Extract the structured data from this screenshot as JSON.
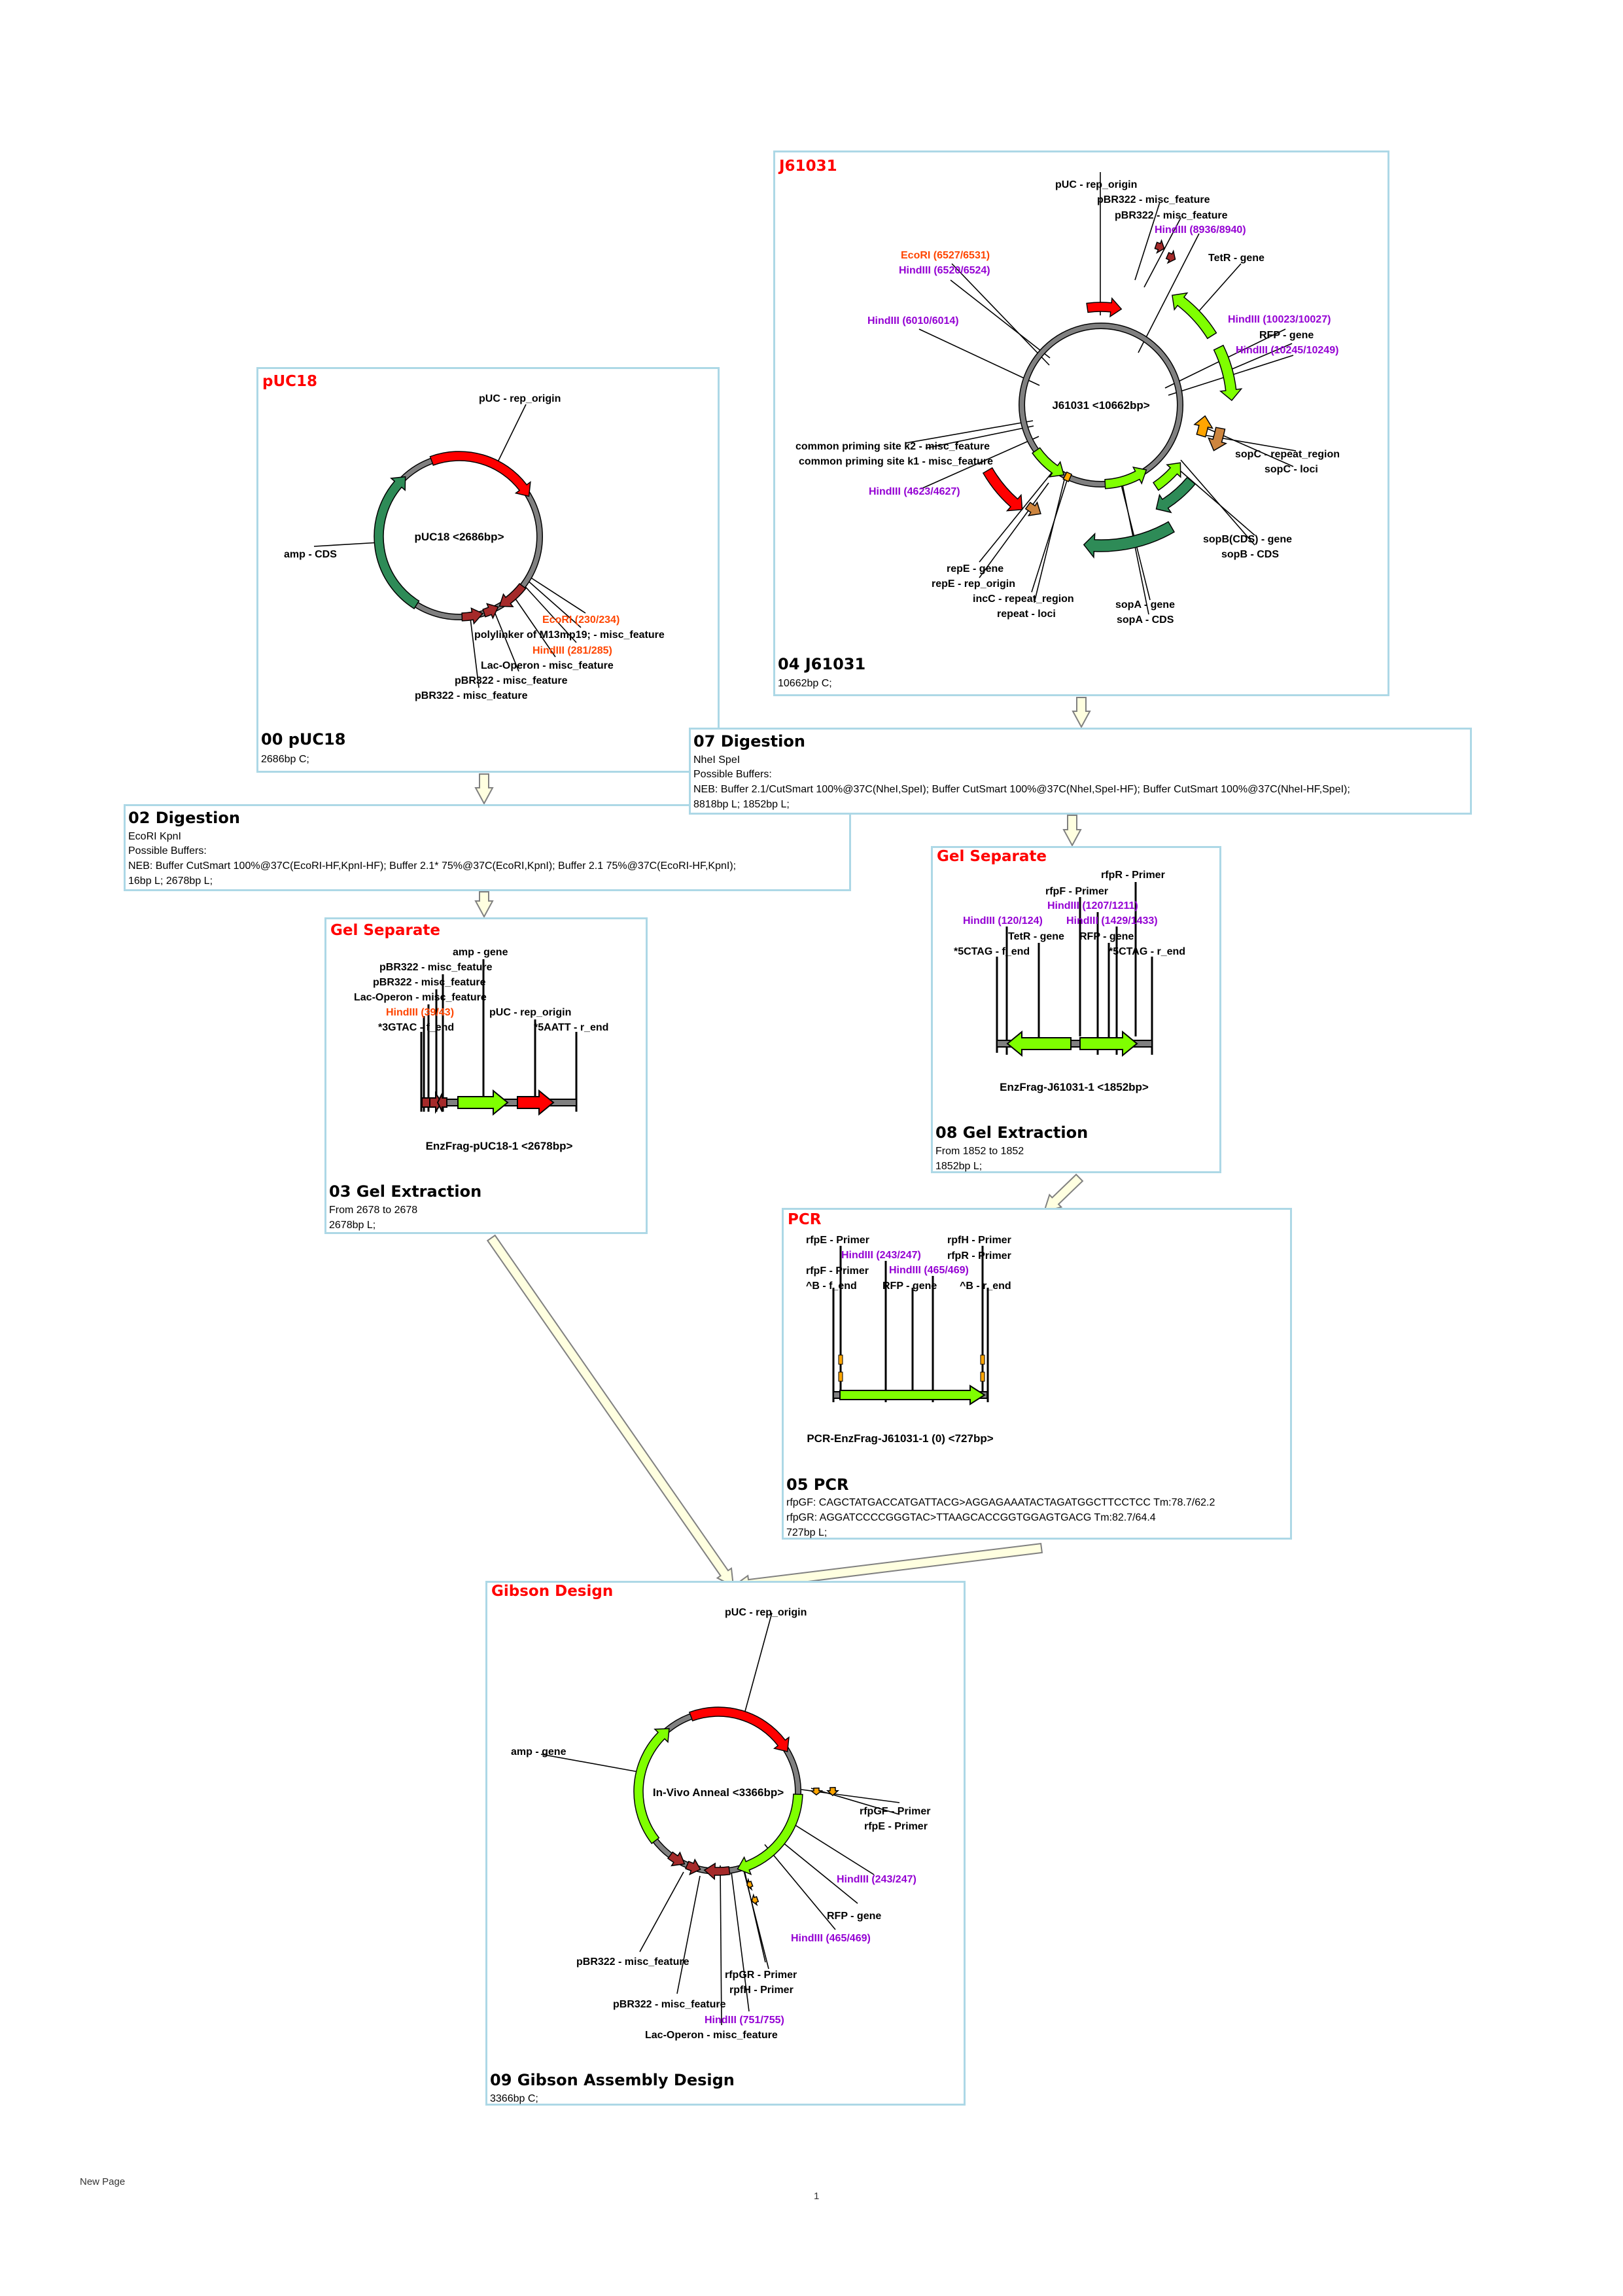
{
  "colors": {
    "backbone": "#808080",
    "rep_origin": "#FF0000",
    "gene_green": "#7FFF00",
    "cds_dark_green": "#2E8B57",
    "misc_feature": "#A52A2A",
    "primer": "#FFA500",
    "repeat": "#CD853F",
    "panel_border": "#ADD8E6",
    "section_title": "#FF0000",
    "arrow_fill": "#FFFFE0"
  },
  "panels": {
    "puc18": {
      "section_title": "pUC18",
      "map_name": "pUC18 <2686bp>",
      "labels": [
        {
          "text": "pUC - rep_origin",
          "color": "#000000"
        },
        {
          "text": "amp - CDS",
          "color": "#000000"
        },
        {
          "text": "EcoRI (230/234)",
          "color": "#FF4500"
        },
        {
          "text": "polylinker of M13mp19; - misc_feature",
          "color": "#000000"
        },
        {
          "text": "HindIII (281/285)",
          "color": "#FF4500"
        },
        {
          "text": "Lac-Operon - misc_feature",
          "color": "#000000"
        },
        {
          "text": "pBR322 - misc_feature",
          "color": "#000000"
        },
        {
          "text": "pBR322 - misc_feature",
          "color": "#000000"
        }
      ],
      "step_title": "00 pUC18",
      "info": [
        "2686bp C;"
      ]
    },
    "j61031": {
      "section_title": "J61031",
      "map_name": "J61031 <10662bp>",
      "labels": [
        {
          "text": "pUC - rep_origin",
          "color": "#000000"
        },
        {
          "text": "pBR322 - misc_feature",
          "color": "#000000"
        },
        {
          "text": "pBR322 - misc_feature",
          "color": "#000000"
        },
        {
          "text": "HindIII (8936/8940)",
          "color": "#9400D3"
        },
        {
          "text": "TetR - gene",
          "color": "#000000"
        },
        {
          "text": "EcoRI (6527/6531)",
          "color": "#FF4500"
        },
        {
          "text": "HindIII (6520/6524)",
          "color": "#9400D3"
        },
        {
          "text": "HindIII (6010/6014)",
          "color": "#9400D3"
        },
        {
          "text": "HindIII (10023/10027)",
          "color": "#9400D3"
        },
        {
          "text": "RFP - gene",
          "color": "#000000"
        },
        {
          "text": "HindIII (10245/10249)",
          "color": "#9400D3"
        },
        {
          "text": "common priming site k2 - misc_feature",
          "color": "#000000"
        },
        {
          "text": "common priming site k1 - misc_feature",
          "color": "#000000"
        },
        {
          "text": "HindIII (4623/4627)",
          "color": "#9400D3"
        },
        {
          "text": "sopC - repeat_region",
          "color": "#000000"
        },
        {
          "text": "sopC - loci",
          "color": "#000000"
        },
        {
          "text": "sopB(CDS) - gene",
          "color": "#000000"
        },
        {
          "text": "sopB - CDS",
          "color": "#000000"
        },
        {
          "text": "repE - gene",
          "color": "#000000"
        },
        {
          "text": "repE - rep_origin",
          "color": "#000000"
        },
        {
          "text": "incC - repeat_region",
          "color": "#000000"
        },
        {
          "text": "repeat - loci",
          "color": "#000000"
        },
        {
          "text": "sopA - gene",
          "color": "#000000"
        },
        {
          "text": "sopA - CDS",
          "color": "#000000"
        }
      ],
      "step_title": "04 J61031",
      "info": [
        "10662bp C;"
      ]
    },
    "digest07": {
      "step_title": "07 Digestion",
      "info": [
        "NheI SpeI",
        "Possible Buffers:",
        "NEB: Buffer 2.1/CutSmart 100%@37C(NheI,SpeI); Buffer CutSmart 100%@37C(NheI,SpeI-HF); Buffer CutSmart 100%@37C(NheI-HF,SpeI);",
        "8818bp L; 1852bp L;"
      ]
    },
    "digest02": {
      "step_title": "02 Digestion",
      "info": [
        "EcoRI KpnI",
        "Possible Buffers:",
        "NEB: Buffer CutSmart 100%@37C(EcoRI-HF,KpnI-HF); Buffer 2.1* 75%@37C(EcoRI,KpnI); Buffer 2.1 75%@37C(EcoRI-HF,KpnI);",
        "16bp L; 2678bp L;"
      ]
    },
    "gel_puc": {
      "section_title": "Gel Separate",
      "map_name": "EnzFrag-pUC18-1 <2678bp>",
      "labels": [
        {
          "text": "amp - gene",
          "color": "#000000"
        },
        {
          "text": "pBR322 - misc_feature",
          "color": "#000000"
        },
        {
          "text": "pBR322 - misc_feature",
          "color": "#000000"
        },
        {
          "text": "Lac-Operon - misc_feature",
          "color": "#000000"
        },
        {
          "text": "HindIII (39/43)",
          "color": "#FF4500"
        },
        {
          "text": "pUC - rep_origin",
          "color": "#000000"
        },
        {
          "text": "*3GTAC - f_end",
          "color": "#000000"
        },
        {
          "text": "*5AATT - r_end",
          "color": "#000000"
        }
      ],
      "step_title": "03 Gel Extraction",
      "info": [
        "From 2678 to 2678",
        "2678bp L;"
      ]
    },
    "gel_j": {
      "section_title": "Gel Separate",
      "map_name": "EnzFrag-J61031-1 <1852bp>",
      "labels": [
        {
          "text": "rfpR - Primer",
          "color": "#000000"
        },
        {
          "text": "rfpF - Primer",
          "color": "#000000"
        },
        {
          "text": "HindIII (1207/1211)",
          "color": "#9400D3"
        },
        {
          "text": "HindIII (120/124)",
          "color": "#9400D3"
        },
        {
          "text": "HindIII (1429/1433)",
          "color": "#9400D3"
        },
        {
          "text": "TetR - gene",
          "color": "#000000"
        },
        {
          "text": "RFP - gene",
          "color": "#000000"
        },
        {
          "text": "*5CTAG - f_end",
          "color": "#000000"
        },
        {
          "text": "*5CTAG - r_end",
          "color": "#000000"
        }
      ],
      "step_title": "08 Gel Extraction",
      "info": [
        "From 1852 to 1852",
        "1852bp L;"
      ]
    },
    "pcr": {
      "section_title": "PCR",
      "map_name": "PCR-EnzFrag-J61031-1 (0) <727bp>",
      "labels": [
        {
          "text": "rfpE - Primer",
          "color": "#000000"
        },
        {
          "text": "rpfH - Primer",
          "color": "#000000"
        },
        {
          "text": "HindIII (243/247)",
          "color": "#9400D3"
        },
        {
          "text": "rfpR - Primer",
          "color": "#000000"
        },
        {
          "text": "rfpF - Primer",
          "color": "#000000"
        },
        {
          "text": "HindIII (465/469)",
          "color": "#9400D3"
        },
        {
          "text": "^B - f_end",
          "color": "#000000"
        },
        {
          "text": "RFP - gene",
          "color": "#000000"
        },
        {
          "text": "^B - r_end",
          "color": "#000000"
        }
      ],
      "step_title": "05 PCR",
      "info": [
        "rfpGF: CAGCTATGACCATGATTACG>AGGAGAAATACTAGATGGCTTCCTCC Tm:78.7/62.2",
        "rfpGR: AGGATCCCCGGGTAC>TTAAGCACCGGTGGAGTGACG Tm:82.7/64.4",
        "727bp L;"
      ]
    },
    "gibson": {
      "section_title": "Gibson Design",
      "map_name": "In-Vivo Anneal <3366bp>",
      "labels": [
        {
          "text": "pUC - rep_origin",
          "color": "#000000"
        },
        {
          "text": "amp - gene",
          "color": "#000000"
        },
        {
          "text": "rfpGF - Primer",
          "color": "#000000"
        },
        {
          "text": "rfpE - Primer",
          "color": "#000000"
        },
        {
          "text": "HindIII (243/247)",
          "color": "#9400D3"
        },
        {
          "text": "RFP - gene",
          "color": "#000000"
        },
        {
          "text": "HindIII (465/469)",
          "color": "#9400D3"
        },
        {
          "text": "pBR322 - misc_feature",
          "color": "#000000"
        },
        {
          "text": "rfpGR - Primer",
          "color": "#000000"
        },
        {
          "text": "rpfH - Primer",
          "color": "#000000"
        },
        {
          "text": "pBR322 - misc_feature",
          "color": "#000000"
        },
        {
          "text": "HindIII (751/755)",
          "color": "#9400D3"
        },
        {
          "text": "Lac-Operon - misc_feature",
          "color": "#000000"
        }
      ],
      "step_title": "09 Gibson Assembly Design",
      "info": [
        "3366bp C;"
      ]
    }
  },
  "footer": {
    "page_label": "New Page",
    "page_number": "1"
  }
}
